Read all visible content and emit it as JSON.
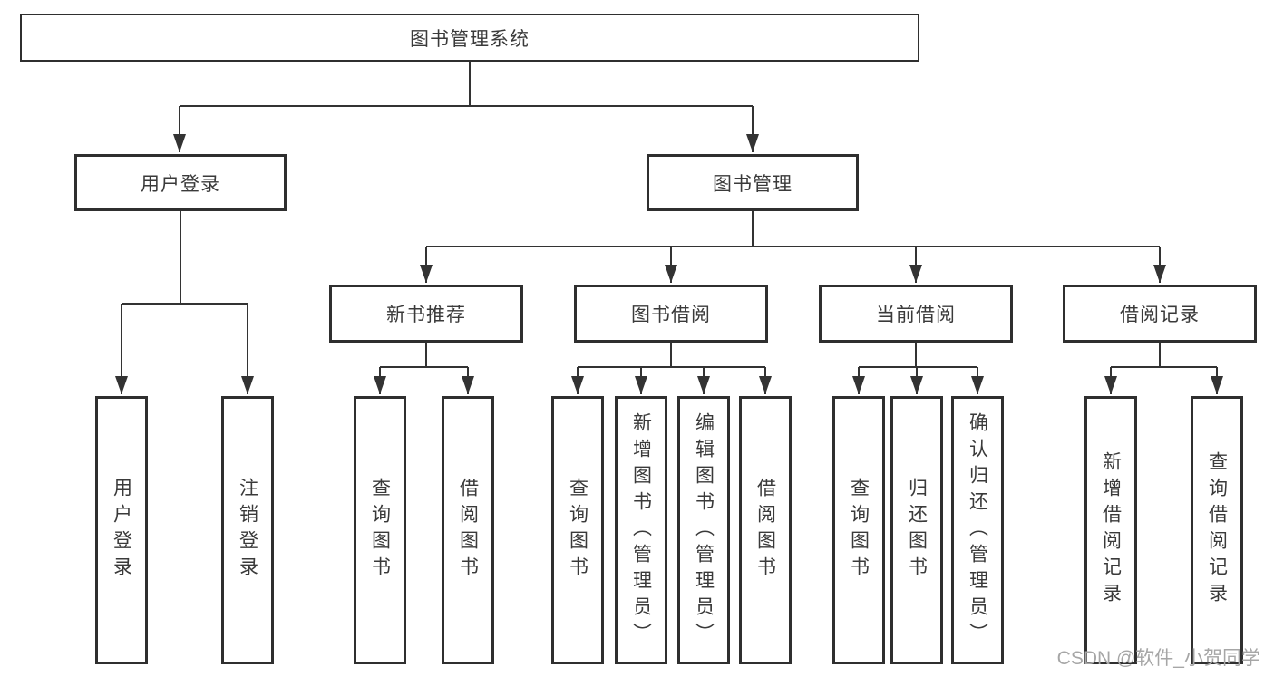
{
  "diagram": {
    "root": {
      "label": "图书管理系统"
    },
    "level2": [
      {
        "label": "用户登录"
      },
      {
        "label": "图书管理"
      }
    ],
    "level3": [
      {
        "label": "新书推荐"
      },
      {
        "label": "图书借阅"
      },
      {
        "label": "当前借阅"
      },
      {
        "label": "借阅记录"
      }
    ],
    "leaves": {
      "user": [
        "用户登录",
        "注销登录"
      ],
      "newbook": [
        "查询图书",
        "借阅图书"
      ],
      "borrow": [
        "查询图书",
        "新增图书（管理员）",
        "编辑图书（管理员）",
        "借阅图书"
      ],
      "current": [
        "查询图书",
        "归还图书",
        "确认归还（管理员）"
      ],
      "records": [
        "新增借阅记录",
        "查询借阅记录"
      ]
    },
    "line_color": "#333333",
    "border_color": "#2f2f2f",
    "text_color": "#3a3a3a"
  },
  "watermark": {
    "text": "CSDN @软件_小贺同学",
    "color": "#a6a6a6"
  }
}
